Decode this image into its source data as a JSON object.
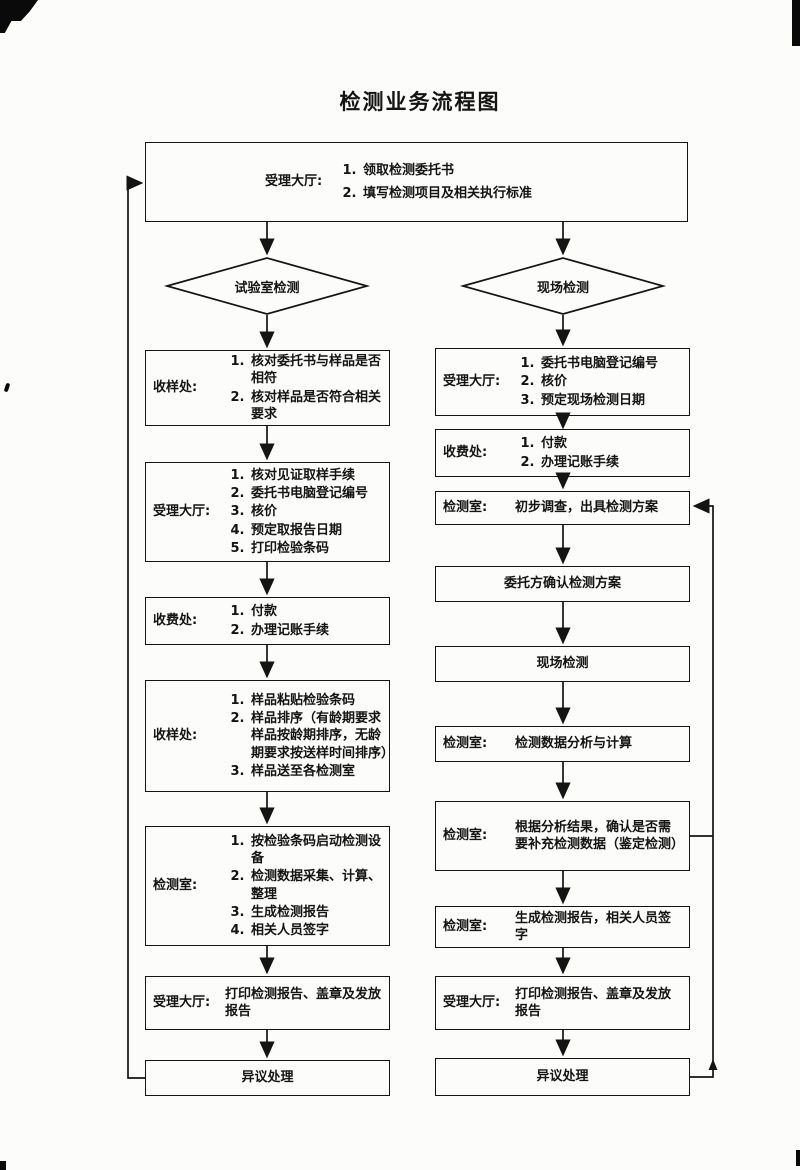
{
  "title": "检测业务流程图",
  "ink_color": "#141414",
  "top": {
    "label": "受理大厅:",
    "items": [
      "领取检测委托书",
      "填写检测项目及相关执行标准"
    ]
  },
  "branches": {
    "left_decision": "试验室检测",
    "right_decision": "现场检测"
  },
  "left": [
    {
      "label": "收样处:",
      "items": [
        "核对委托书与样品是否相符",
        "核对样品是否符合相关要求"
      ]
    },
    {
      "label": "受理大厅:",
      "items": [
        "核对见证取样手续",
        "委托书电脑登记编号",
        "核价",
        "预定取报告日期",
        "打印检验条码"
      ]
    },
    {
      "label": "收费处:",
      "items": [
        "付款",
        "办理记账手续"
      ]
    },
    {
      "label": "收样处:",
      "items": [
        "样品粘贴检验条码",
        "样品排序（有龄期要求样品按龄期排序，无龄期要求按送样时间排序）",
        "样品送至各检测室"
      ]
    },
    {
      "label": "检测室:",
      "items": [
        "按检验条码启动检测设备",
        "检测数据采集、计算、整理",
        "生成检测报告",
        "相关人员签字"
      ]
    },
    {
      "label": "受理大厅:",
      "text": "打印检测报告、盖章及发放报告"
    },
    {
      "text": "异议处理"
    }
  ],
  "right": [
    {
      "label": "受理大厅:",
      "items": [
        "委托书电脑登记编号",
        "核价",
        "预定现场检测日期"
      ]
    },
    {
      "label": "收费处:",
      "items": [
        "付款",
        "办理记账手续"
      ]
    },
    {
      "label": "检测室:",
      "text": "初步调查，出具检测方案"
    },
    {
      "text": "委托方确认检测方案"
    },
    {
      "text": "现场检测"
    },
    {
      "label": "检测室:",
      "text": "检测数据分析与计算"
    },
    {
      "label": "检测室:",
      "text": "根据分析结果，确认是否需要补充检测数据（鉴定检测）"
    },
    {
      "label": "检测室:",
      "text": "生成检测报告，相关人员签字"
    },
    {
      "label": "受理大厅:",
      "text": "打印检测报告、盖章及发放报告"
    },
    {
      "text": "异议处理"
    }
  ]
}
